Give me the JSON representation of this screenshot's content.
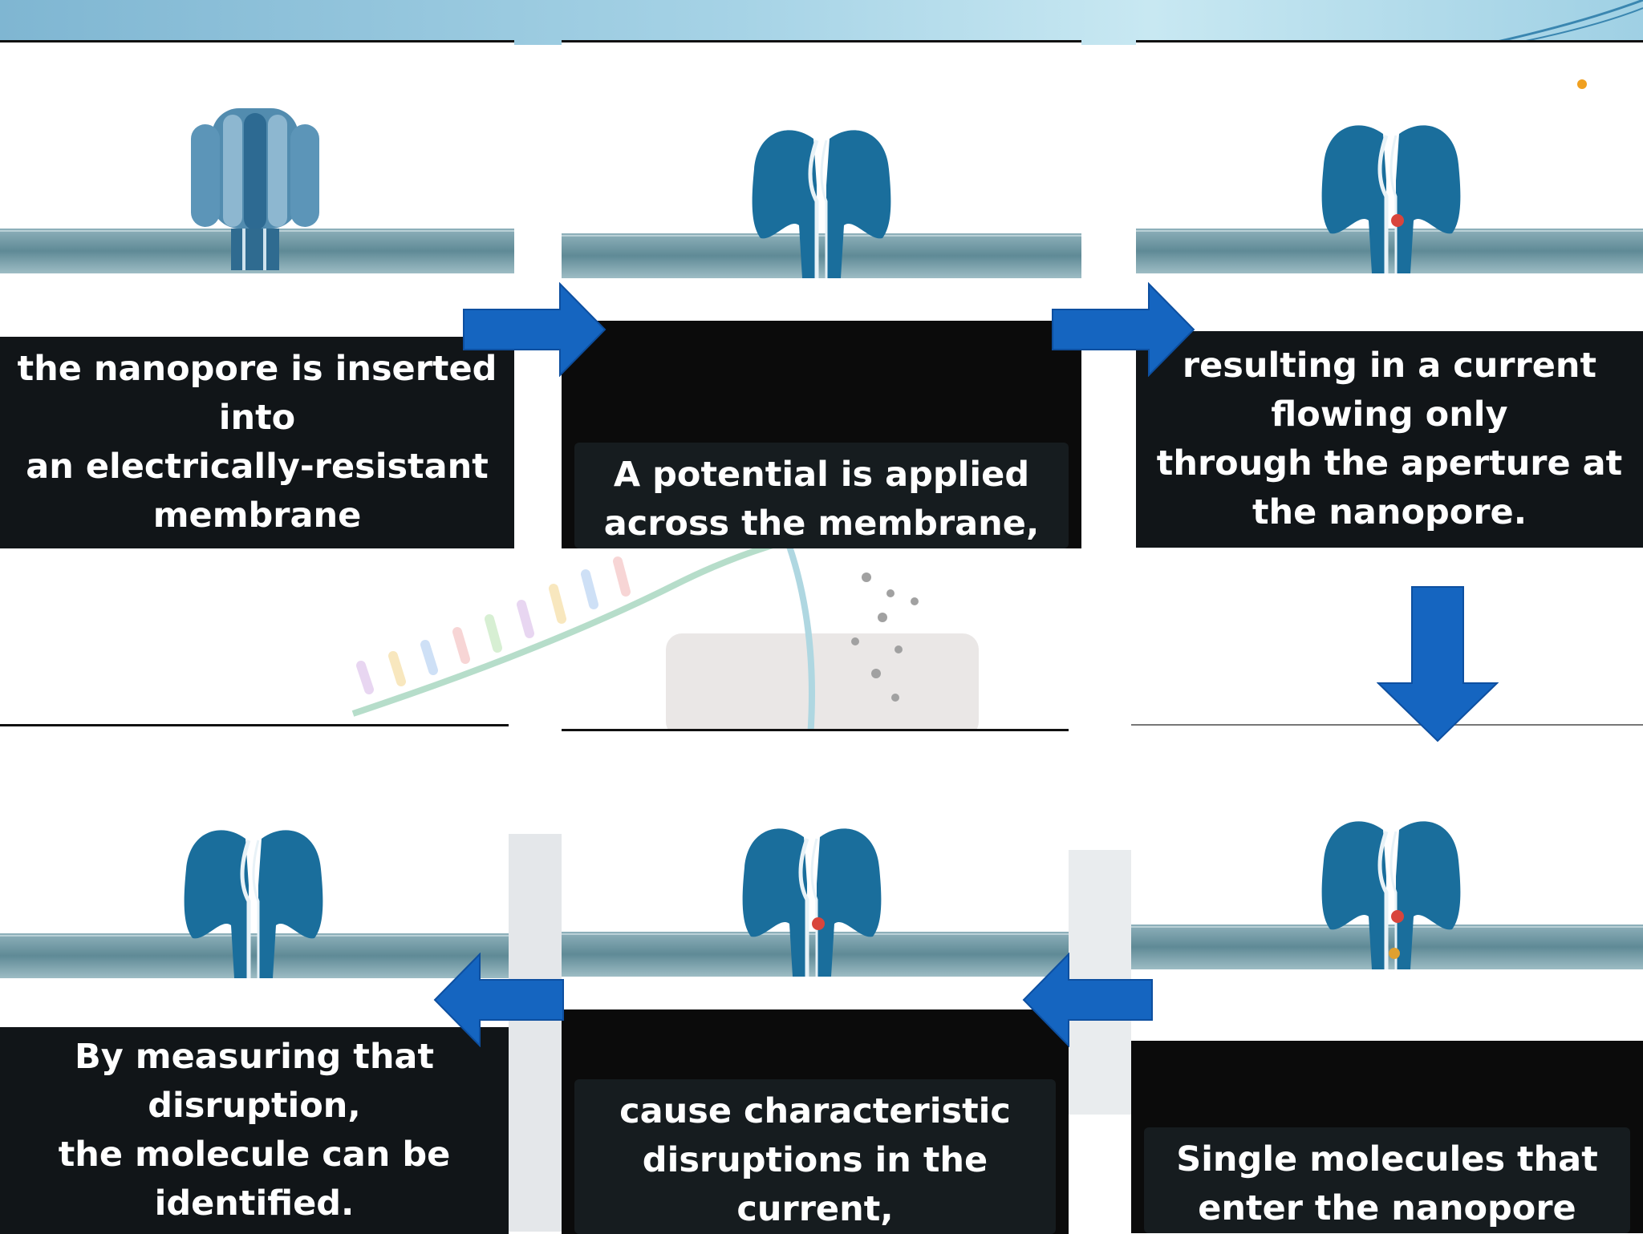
{
  "colors": {
    "arrow_blue": "#1565c0",
    "pore_blue": "#1a6e9c",
    "membrane": "#5f8a96",
    "caption_bg": "#111518"
  },
  "steps": [
    {
      "id": 1,
      "caption": "the nanopore is inserted\ninto\nan electrically-resistant\nmembrane"
    },
    {
      "id": 2,
      "caption": "A potential is applied\nacross the membrane,"
    },
    {
      "id": 3,
      "caption": "resulting in a current\nflowing only\nthrough the aperture at\nthe nanopore."
    },
    {
      "id": 4,
      "caption": "Single molecules that\nenter the nanopore"
    },
    {
      "id": 5,
      "caption": "cause characteristic\ndisruptions in the\ncurrent,"
    },
    {
      "id": 6,
      "caption": "By measuring that\ndisruption,\nthe molecule can be\nidentified."
    }
  ],
  "icons": {
    "flow_arrow": "arrow-icon",
    "nanopore": "nanopore-icon",
    "molecule": "molecule-dot-icon"
  }
}
